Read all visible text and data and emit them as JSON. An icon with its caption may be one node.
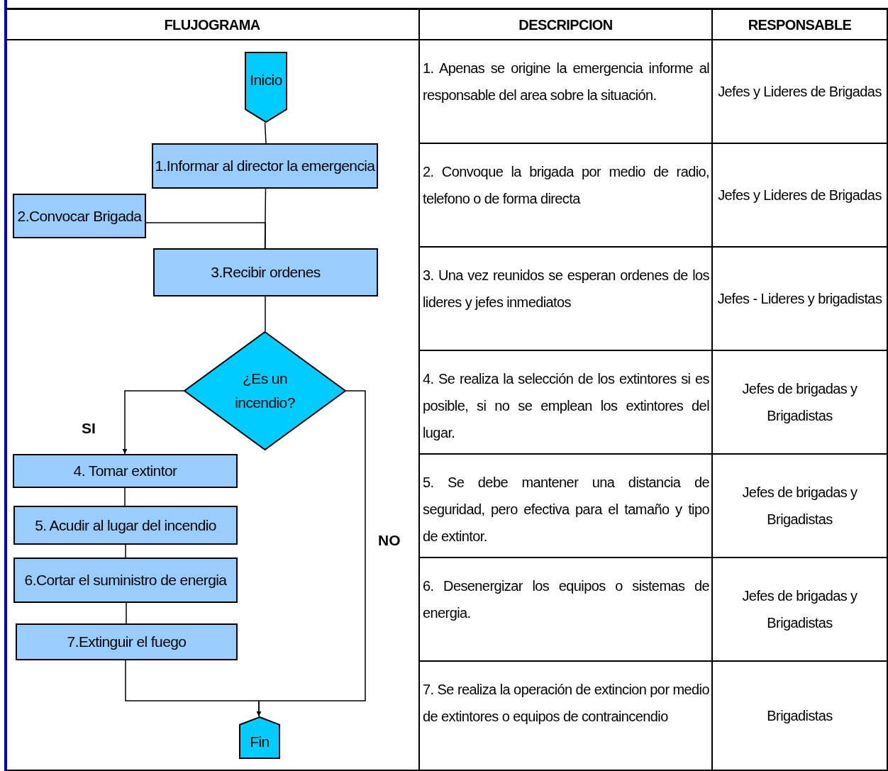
{
  "diagram": {
    "nodes": [
      {
        "text": [
          "Inicio"
        ]
      },
      {
        "text": [
          "1.Informar  al  director  la emergencia"
        ]
      },
      {
        "text": [
          "2.Convocar  Brigada"
        ]
      },
      {
        "text": [
          "3.Recibir ordenes"
        ]
      },
      {
        "text": [
          "¿Es un incendio?"
        ]
      },
      {
        "text": [
          "4. Tomar  extintor"
        ]
      },
      {
        "text": [
          "5. Acudir al lugar  del incendio"
        ]
      },
      {
        "text": [
          "6.Cortar  el suministro de energia"
        ]
      },
      {
        "text": [
          "7.Extinguir el fuego"
        ]
      },
      {
        "text": [
          "Fin"
        ]
      }
    ],
    "edges": [
      {
        "from": 0,
        "to": 1,
        "arrow": "none"
      },
      {
        "from": 1,
        "to": 3,
        "arrow": "none"
      },
      {
        "from": 2,
        "to": 3,
        "arrow": "none"
      },
      {
        "from": 3,
        "to": 4,
        "arrow": "none"
      },
      {
        "from": 4,
        "to": 5,
        "arrow": "to",
        "label": "SI"
      },
      {
        "from": 5,
        "to": 6,
        "arrow": "none"
      },
      {
        "from": 6,
        "to": 7,
        "arrow": "none"
      },
      {
        "from": 7,
        "to": 8,
        "arrow": "none"
      },
      {
        "from": 8,
        "to": 9,
        "arrow": "none"
      },
      {
        "from": 4,
        "to": 9,
        "arrow": "to",
        "label": "NO"
      }
    ],
    "labels": [
      "FLUJOGRAMA",
      "DESCRIPCION",
      "RESPONSABLE",
      "1. Apenas se origine la emergencia informe al responsable del area sobre la situación.",
      "Jefes y Lideres de Brigadas",
      "2. Convoque la brigada por medio de radio, telefono o de forma directa",
      "Jefes y Lideres de Brigadas",
      "3. Una vez reunidos se esperan ordenes de los lideres y jefes inmediatos",
      "Jefes - Lideres y brigadistas",
      "4. Se realiza la selección de los extintores si es posible, si no se emplean los extintores del lugar.",
      "Jefes de brigadas y Brigadistas",
      "5. Se debe mantener una distancia de seguridad, pero efectiva para el tamaño y tipo de extintor.",
      "Jefes de brigadas y Brigadistas",
      "6. Desenergizar los equipos o sistemas de energia.",
      "Jefes de brigadas y Brigadistas",
      "7. Se realiza la operación de extincion por medio de extintores o equipos de contraincendio",
      "Brigadistas"
    ]
  }
}
